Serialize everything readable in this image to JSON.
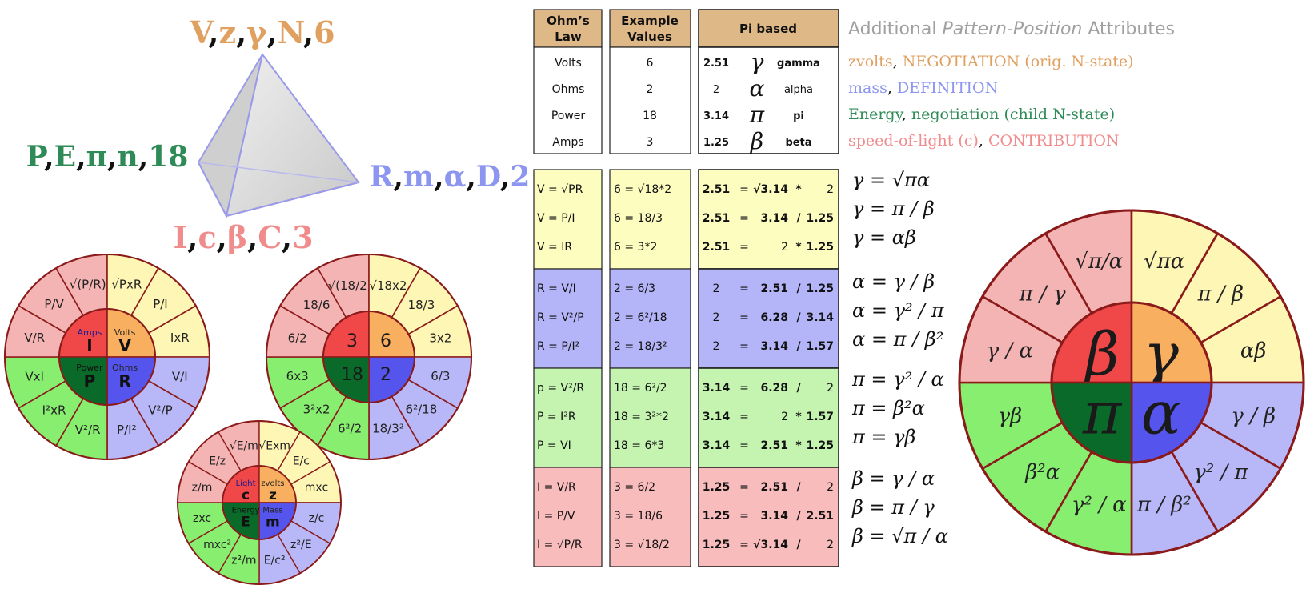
{
  "colors": {
    "orange": "#e0a060",
    "blue": "#8c96f0",
    "green": "#2e8b57",
    "pink": "#f08c8c",
    "tan": "#deb887",
    "yellow_bg": "#fdfdc0",
    "blue_bg": "#b4b4f8",
    "green_bg": "#c4f4b0",
    "pink_bg": "#f8bcbc",
    "wheel_pink": "#f5b4b4",
    "wheel_yellow": "#fdf6b4",
    "wheel_green": "#88ee70",
    "wheel_blue": "#b8b8f8",
    "center_red": "#f04848",
    "center_orange": "#f8b060",
    "center_darkgreen": "#0a6a2a",
    "center_blue": "#5555ee",
    "border": "#8b1a1a"
  },
  "tetrahedron": {
    "top": {
      "parts": [
        "V",
        ",",
        "z",
        ",",
        "γ",
        ",",
        "N",
        ",",
        "6"
      ]
    },
    "left": {
      "parts": [
        "P",
        ",",
        "E",
        ",",
        "π",
        ",",
        "n",
        ",",
        "18"
      ]
    },
    "right": {
      "parts": [
        "R",
        ",",
        "m",
        ",",
        "α",
        ",",
        "D",
        ",",
        "2"
      ]
    },
    "bottom": {
      "parts": [
        "I",
        ",",
        "c",
        ",",
        "β",
        ",",
        "C",
        ",",
        "3"
      ]
    }
  },
  "wheel_ohm": {
    "center": [
      {
        "small": "Amps",
        "big": "I"
      },
      {
        "small": "Volts",
        "big": "V"
      },
      {
        "small": "Ohms",
        "big": "R"
      },
      {
        "small": "Power",
        "big": "P"
      }
    ],
    "segments": [
      "P/V",
      "√(P/R)",
      "√PxR",
      "P/I",
      "IxR",
      "V/I",
      "V²/P",
      "P/I²",
      "V²/R",
      "I²xR",
      "VxI",
      "V/R"
    ]
  },
  "wheel_numbers": {
    "center": [
      "3",
      "6",
      "2",
      "18"
    ],
    "segments": [
      "18/6",
      "√(18/2)",
      "√18x2",
      "18/3",
      "3x2",
      "6/3",
      "6²/18",
      "18/3²",
      "6²/2",
      "3²x2",
      "6x3",
      "6/2"
    ]
  },
  "wheel_light": {
    "center": [
      {
        "small": "Light",
        "big": "c"
      },
      {
        "small": "zvolts",
        "big": "z"
      },
      {
        "small": "Mass",
        "big": "m"
      },
      {
        "small": "Energy",
        "big": "E"
      }
    ],
    "segments": [
      "E/z",
      "√E/m",
      "√Exm",
      "E/c",
      "mxc",
      "z/c",
      "z²/E",
      "E/c²",
      "z²/m",
      "mxc²",
      "zxc",
      "z/m"
    ]
  },
  "wheel_greek": {
    "center": [
      "β",
      "γ",
      "α",
      "π"
    ],
    "segments": [
      "π / γ",
      "√π/α",
      "√πα",
      "π / β",
      "αβ",
      "γ / β",
      "γ² / π",
      "π / β²",
      "γ² / α",
      "β²α",
      "γβ",
      "γ / α"
    ]
  },
  "table_headers": {
    "ohms_law": "Ohm's Law",
    "example_values": "Example Values",
    "pi_based": "Pi based"
  },
  "legend_rows": [
    {
      "name": "Volts",
      "example": "6",
      "value": "2.51",
      "symbol": "γ",
      "symbol_name": "gamma"
    },
    {
      "name": "Ohms",
      "example": "2",
      "value": "2",
      "symbol": "α",
      "symbol_name": "alpha"
    },
    {
      "name": "Power",
      "example": "18",
      "value": "3.14",
      "symbol": "π",
      "symbol_name": "pi"
    },
    {
      "name": "Amps",
      "example": "3",
      "value": "1.25",
      "symbol": "β",
      "symbol_name": "beta"
    }
  ],
  "attributes": {
    "title_prefix": "Additional ",
    "title_italic": "Pattern-Position",
    "title_suffix": " Attributes",
    "rows": [
      {
        "a": "zvolts",
        "b": "NEGOTIATION (orig. N-state)"
      },
      {
        "a": "mass",
        "b": "DEFINITION"
      },
      {
        "a": "Energy",
        "b": "negotiation (child N-state)"
      },
      {
        "a": "speed-of-light (c)",
        "b": "CONTRIBUTION"
      }
    ]
  },
  "formula_groups": [
    {
      "rows": [
        {
          "law": "V = √PR",
          "ex": "6  =  √18*2",
          "pi": [
            "2.51",
            "=",
            "√3.14",
            "*",
            "2"
          ]
        },
        {
          "law": "V = P/I",
          "ex": "6  =   18/3",
          "pi": [
            "2.51",
            "=",
            "3.14",
            "/",
            "1.25"
          ]
        },
        {
          "law": "V = IR",
          "ex": "6  =    3*2",
          "pi": [
            "2.51",
            "=",
            "2",
            "*",
            "1.25"
          ]
        }
      ]
    },
    {
      "rows": [
        {
          "law": "R = V/I",
          "ex": "2  =    6/3",
          "pi": [
            "2",
            "=",
            "2.51",
            "/",
            "1.25"
          ]
        },
        {
          "law": "R = V²/P",
          "ex": "2  =   6²/18",
          "pi": [
            "2",
            "=",
            "6.28",
            "/",
            "3.14"
          ]
        },
        {
          "law": "R = P/I²",
          "ex": "2  =   18/3²",
          "pi": [
            "2",
            "=",
            "3.14",
            "/",
            "1.57"
          ]
        }
      ]
    },
    {
      "rows": [
        {
          "law": "p = V²/R",
          "ex": "18 =    6²/2",
          "pi": [
            "3.14",
            "=",
            "6.28",
            "/",
            "2"
          ]
        },
        {
          "law": "P = I²R",
          "ex": "18 =   3²*2",
          "pi": [
            "3.14",
            "=",
            "2",
            "*",
            "1.57"
          ]
        },
        {
          "law": "P = VI",
          "ex": "18 =    6*3",
          "pi": [
            "3.14",
            "=",
            "2.51",
            "*",
            "1.25"
          ]
        }
      ]
    },
    {
      "rows": [
        {
          "law": "I = V/R",
          "ex": "3  =    6/2",
          "pi": [
            "1.25",
            "=",
            "2.51",
            "/",
            "2"
          ]
        },
        {
          "law": "I = P/V",
          "ex": "3  =   18/6",
          "pi": [
            "1.25",
            "=",
            "3.14",
            "/",
            "2.51"
          ]
        },
        {
          "law": "I = √P/R",
          "ex": "3  =   √18/2",
          "pi": [
            "1.25",
            "=",
            "√3.14",
            "/",
            "2"
          ]
        }
      ]
    }
  ],
  "greek_equations": [
    [
      "γ  =  √πα",
      "γ  =  π / β",
      "γ  = αβ"
    ],
    [
      "α = γ / β",
      "α = γ² / π",
      "α = π / β²"
    ],
    [
      "π = γ² / α",
      "π = β²α",
      "π = γβ"
    ],
    [
      "β  = γ / α",
      "β  = π / γ",
      "β  = √π / α"
    ]
  ]
}
